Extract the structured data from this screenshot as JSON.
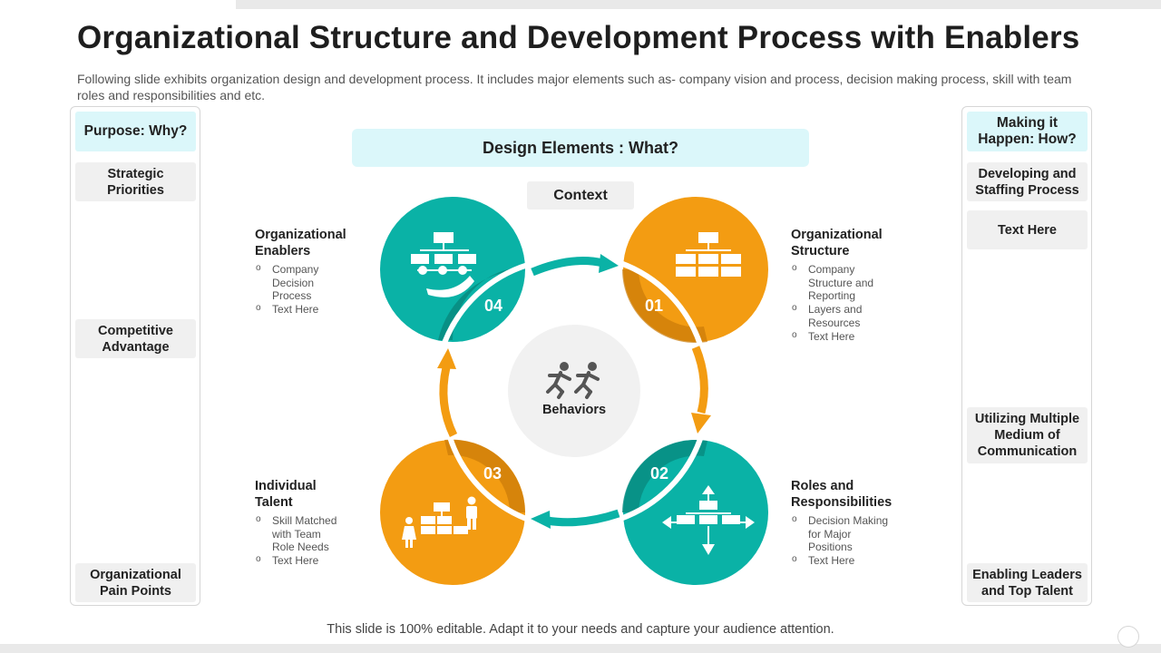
{
  "header": {
    "title": "Organizational Structure and Development Process with Enablers",
    "subtitle": "Following slide exhibits organization design and development process. It includes major elements such as- company vision and process, decision making process, skill with team roles and responsibilities and etc."
  },
  "left_panel": {
    "heading": "Purpose: Why?",
    "items": [
      "Strategic Priorities",
      "Competitive Advantage",
      "Organizational Pain Points"
    ]
  },
  "right_panel": {
    "heading": "Making it Happen: How?",
    "items": [
      "Developing and Staffing Process",
      "Text Here",
      "Utilizing Multiple Medium of Communication",
      "Enabling Leaders and Top Talent"
    ]
  },
  "center": {
    "design_header": "Design Elements : What?",
    "context": "Context",
    "behaviors": "Behaviors"
  },
  "circles": [
    {
      "number": "01",
      "title": "Organizational Structure",
      "bullets": [
        "Company Structure and Reporting",
        "Layers and Resources",
        "Text Here"
      ],
      "color": "#f39c12",
      "icon": "org-chart-icon"
    },
    {
      "number": "02",
      "title": "Roles and Responsibilities",
      "bullets": [
        "Decision Making for Major Positions",
        "Text Here"
      ],
      "color": "#0ab2a6",
      "icon": "org-chart-arrows-icon"
    },
    {
      "number": "03",
      "title": "Individual Talent",
      "bullets": [
        "Skill Matched with Team Role Needs",
        "Text Here"
      ],
      "color": "#f39c12",
      "icon": "people-org-chart-icon"
    },
    {
      "number": "04",
      "title": "Organizational Enablers",
      "bullets": [
        "Company Decision Process",
        "Text Here"
      ],
      "color": "#0ab2a6",
      "icon": "org-chart-hand-icon"
    }
  ],
  "footer": "This slide is 100% editable. Adapt it to your needs and capture your audience attention.",
  "colors": {
    "teal": "#0ab2a6",
    "orange": "#f39c12",
    "light_teal": "#dbf7fa",
    "grey_box": "#f0f0f0"
  }
}
